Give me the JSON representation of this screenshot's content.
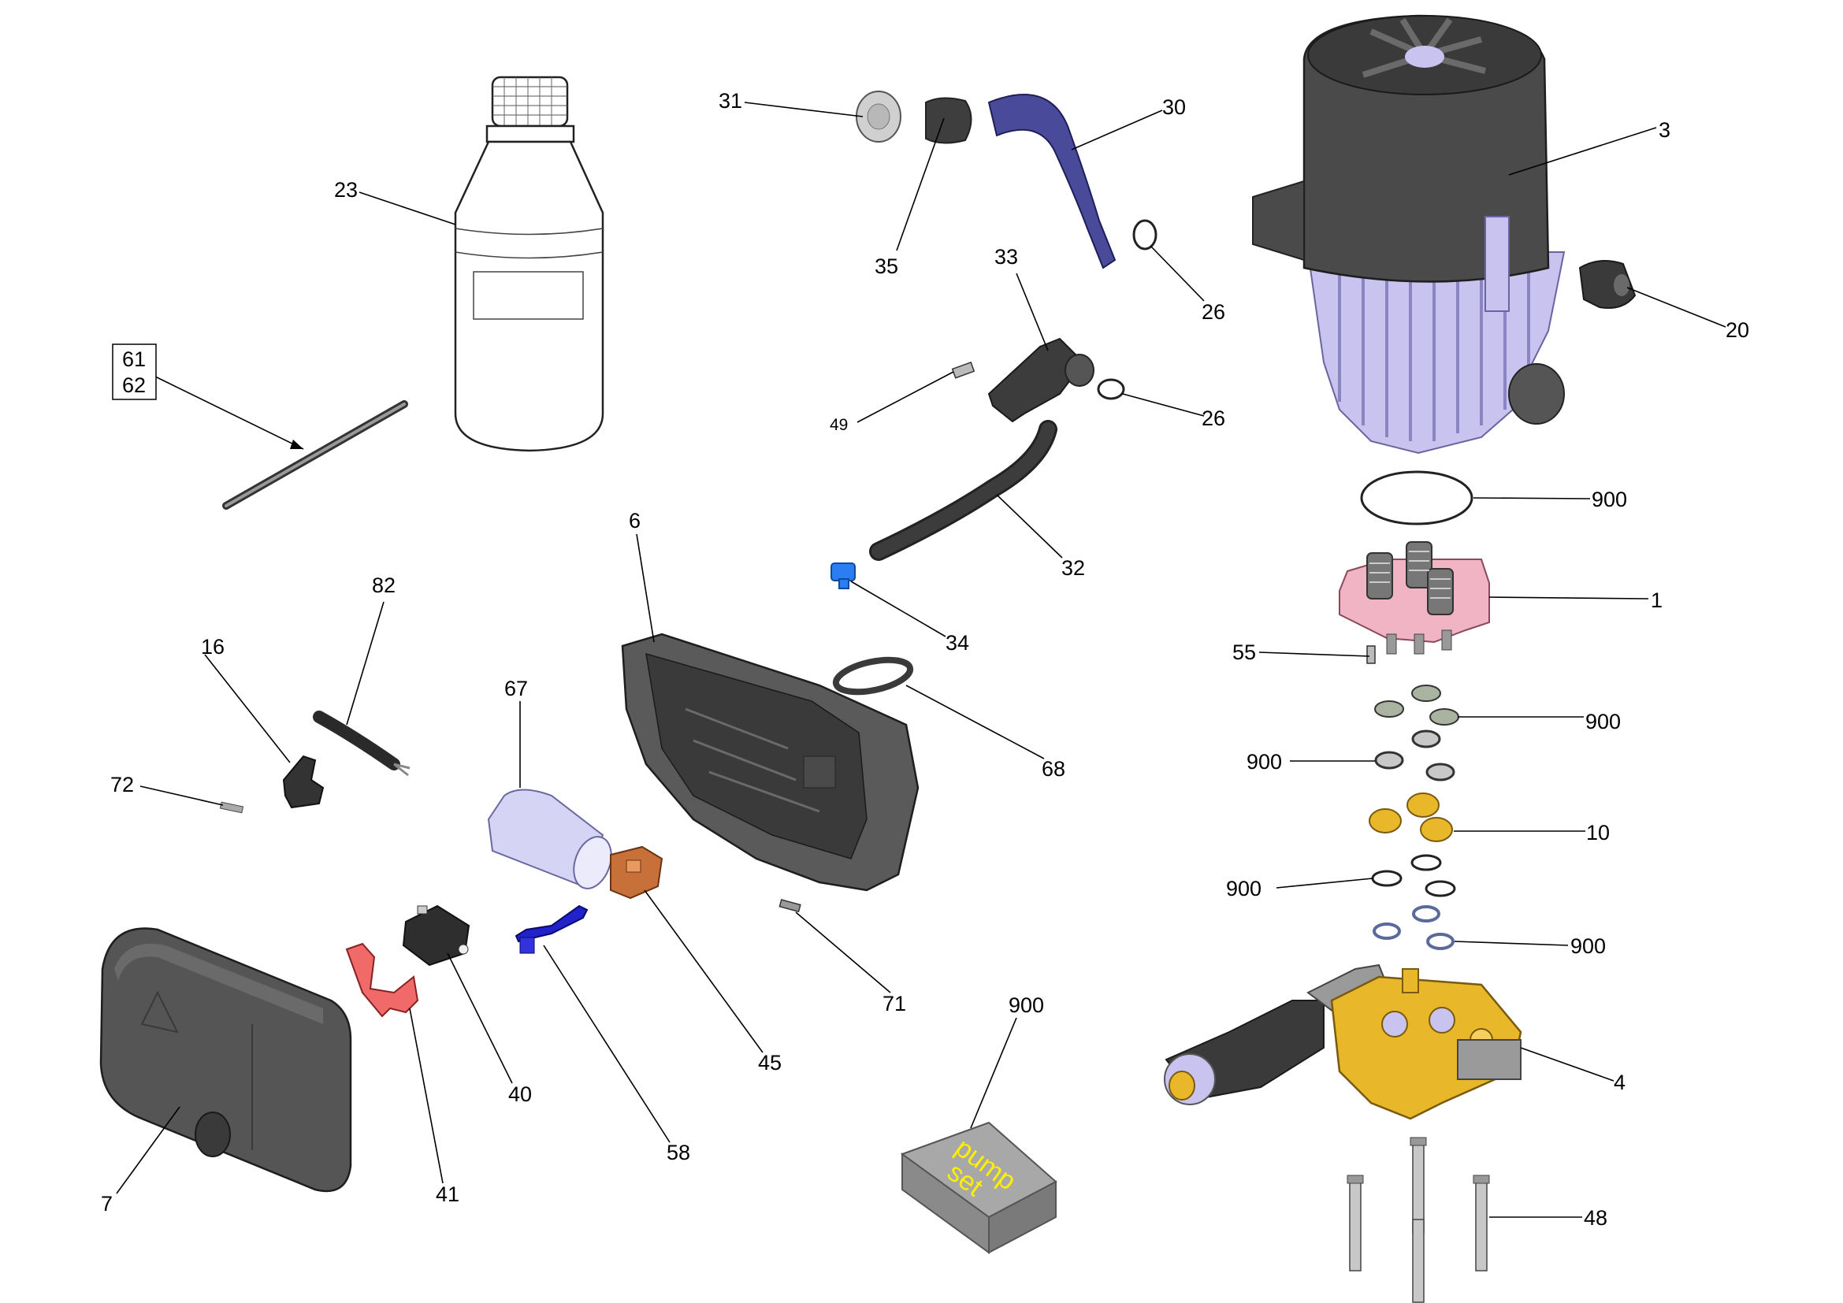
{
  "colors": {
    "dark_part": "#4a4a4a",
    "motor_lilac": "#c9c3f0",
    "pump_pink": "#f0b4c4",
    "brass": "#e8b82a",
    "blue_part": "#2a7ef2",
    "deep_blue": "#2222cc",
    "orange_part": "#c8703a",
    "red_part": "#f06a6a",
    "hose_purple": "#4a4a9a",
    "box_grey": "#9a9a9a",
    "box_text": "#ffee00"
  },
  "callouts": {
    "c1": "1",
    "c3": "3",
    "c4": "4",
    "c6": "6",
    "c7": "7",
    "c10": "10",
    "c16": "16",
    "c20": "20",
    "c23": "23",
    "c26a": "26",
    "c26b": "26",
    "c30": "30",
    "c31": "31",
    "c32": "32",
    "c33": "33",
    "c34": "34",
    "c35": "35",
    "c40": "40",
    "c41": "41",
    "c45": "45",
    "c48": "48",
    "c49": "49",
    "c55": "55",
    "c58": "58",
    "c61": "61",
    "c62": "62",
    "c67": "67",
    "c68": "68",
    "c71": "71",
    "c72": "72",
    "c82": "82",
    "c900_ring": "900",
    "c900_valves": "900",
    "c900_seal_left": "900",
    "c900_oring_left": "900",
    "c900_washer": "900",
    "c900_kit": "900"
  },
  "kit_box": {
    "line1": "pump",
    "line2": "set"
  },
  "icons": [
    "motor-icon",
    "pump-head-icon",
    "pump-housing-icon",
    "bottle-icon",
    "rod-icon",
    "cover-icon",
    "hood-icon",
    "capacitor-icon",
    "switch-icon",
    "hose-icon",
    "box-icon"
  ]
}
